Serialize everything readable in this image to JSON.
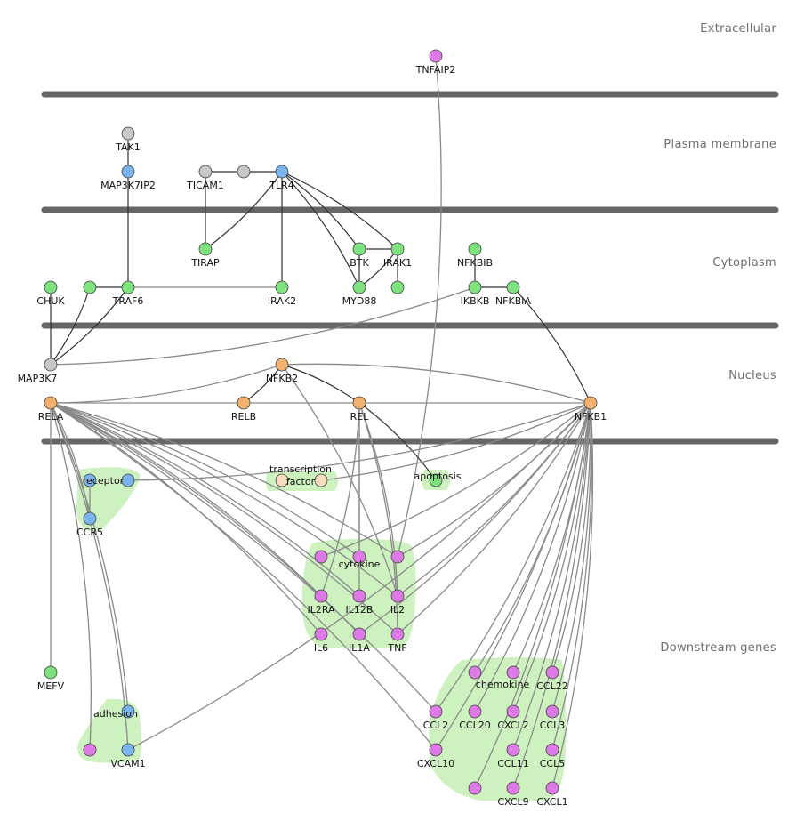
{
  "colors": {
    "membrane": "#666666",
    "edge_gray": "#8a8a8a",
    "edge_dark": "#333333",
    "group_fill": "#c8f0b8",
    "node_gray": "#c8c8c8",
    "node_blue": "#7ab4ee",
    "node_green": "#7ee27e",
    "node_orange": "#f2b26e",
    "node_peach": "#f7dcc0",
    "node_magenta": "#dd7ae8",
    "node_stroke": "#444444"
  },
  "regions": [
    {
      "id": "extracellular",
      "label": "Extracellular"
    },
    {
      "id": "plasma-membrane",
      "label": "Plasma membrane"
    },
    {
      "id": "cytoplasm",
      "label": "Cytoplasm"
    },
    {
      "id": "nucleus",
      "label": "Nucleus"
    },
    {
      "id": "downstream-genes",
      "label": "Downstream genes"
    }
  ],
  "groups": [
    {
      "id": "receptor",
      "label": "receptor"
    },
    {
      "id": "transcription-factor",
      "label": "transcription factor"
    },
    {
      "id": "apoptosis",
      "label": "apoptosis"
    },
    {
      "id": "cytokine",
      "label": "cytokine"
    },
    {
      "id": "chemokine",
      "label": "chemokine"
    },
    {
      "id": "adhesion",
      "label": "adhesion"
    }
  ],
  "nodes": [
    {
      "id": "TNFAIP2",
      "label": "TNFAIP2",
      "color": "magenta"
    },
    {
      "id": "TAK1",
      "label": "TAK1",
      "color": "gray"
    },
    {
      "id": "MAP3K7IP2",
      "label": "MAP3K7IP2",
      "color": "blue"
    },
    {
      "id": "TICAM1",
      "label": "TICAM1",
      "color": "gray"
    },
    {
      "id": "TICAM_mid",
      "label": "",
      "color": "gray"
    },
    {
      "id": "TLR4",
      "label": "TLR4",
      "color": "blue"
    },
    {
      "id": "TIRAP",
      "label": "TIRAP",
      "color": "green"
    },
    {
      "id": "BTK",
      "label": "BTK",
      "color": "green"
    },
    {
      "id": "IRAK1",
      "label": "IRAK1",
      "color": "green"
    },
    {
      "id": "NFKBIB",
      "label": "NFKBIB",
      "color": "green"
    },
    {
      "id": "CHUK",
      "label": "CHUK",
      "color": "green"
    },
    {
      "id": "TRAF6_left",
      "label": "",
      "color": "green"
    },
    {
      "id": "TRAF6",
      "label": "TRAF6",
      "color": "green"
    },
    {
      "id": "IRAK2",
      "label": "IRAK2",
      "color": "green"
    },
    {
      "id": "MYD88",
      "label": "MYD88",
      "color": "green"
    },
    {
      "id": "IRAK1_lower",
      "label": "",
      "color": "green"
    },
    {
      "id": "IKBKB",
      "label": "IKBKB",
      "color": "green"
    },
    {
      "id": "NFKBIA",
      "label": "NFKBIA",
      "color": "green"
    },
    {
      "id": "MAP3K7",
      "label": "MAP3K7",
      "color": "gray"
    },
    {
      "id": "NFKB2",
      "label": "NFKB2",
      "color": "orange"
    },
    {
      "id": "RELA",
      "label": "RELA",
      "color": "orange"
    },
    {
      "id": "RELB",
      "label": "RELB",
      "color": "orange"
    },
    {
      "id": "REL",
      "label": "REL",
      "color": "orange"
    },
    {
      "id": "NFKB1",
      "label": "NFKB1",
      "color": "orange"
    },
    {
      "id": "receptor_a",
      "label": "",
      "color": "blue"
    },
    {
      "id": "receptor_b",
      "label": "",
      "color": "blue"
    },
    {
      "id": "CCR5",
      "label": "CCR5",
      "color": "blue"
    },
    {
      "id": "tf_a",
      "label": "",
      "color": "peach"
    },
    {
      "id": "tf_b",
      "label": "",
      "color": "peach"
    },
    {
      "id": "apoptosis_node",
      "label": "",
      "color": "green"
    },
    {
      "id": "cyt_a",
      "label": "",
      "color": "magenta"
    },
    {
      "id": "cyt_b",
      "label": "",
      "color": "magenta"
    },
    {
      "id": "cyt_c",
      "label": "",
      "color": "magenta"
    },
    {
      "id": "IL2RA",
      "label": "IL2RA",
      "color": "magenta"
    },
    {
      "id": "IL12B",
      "label": "IL12B",
      "color": "magenta"
    },
    {
      "id": "IL2",
      "label": "IL2",
      "color": "magenta"
    },
    {
      "id": "IL6",
      "label": "IL6",
      "color": "magenta"
    },
    {
      "id": "IL1A",
      "label": "IL1A",
      "color": "magenta"
    },
    {
      "id": "TNF",
      "label": "TNF",
      "color": "magenta"
    },
    {
      "id": "MEFV",
      "label": "MEFV",
      "color": "green"
    },
    {
      "id": "chem_a",
      "label": "",
      "color": "magenta"
    },
    {
      "id": "chem_b",
      "label": "",
      "color": "magenta"
    },
    {
      "id": "CCL22",
      "label": "CCL22",
      "color": "magenta"
    },
    {
      "id": "CCL2",
      "label": "CCL2",
      "color": "magenta"
    },
    {
      "id": "CCL20",
      "label": "CCL20",
      "color": "magenta"
    },
    {
      "id": "CXCL2",
      "label": "CXCL2",
      "color": "magenta"
    },
    {
      "id": "CCL3",
      "label": "CCL3",
      "color": "magenta"
    },
    {
      "id": "CXCL10",
      "label": "CXCL10",
      "color": "magenta"
    },
    {
      "id": "CCL11",
      "label": "CCL11",
      "color": "magenta"
    },
    {
      "id": "CCL5",
      "label": "CCL5",
      "color": "magenta"
    },
    {
      "id": "chem_c",
      "label": "",
      "color": "magenta"
    },
    {
      "id": "CXCL9",
      "label": "CXCL9",
      "color": "magenta"
    },
    {
      "id": "CXCL1",
      "label": "CXCL1",
      "color": "magenta"
    },
    {
      "id": "adh_a",
      "label": "",
      "color": "blue"
    },
    {
      "id": "adh_b",
      "label": "",
      "color": "magenta"
    },
    {
      "id": "VCAM1",
      "label": "VCAM1",
      "color": "blue"
    }
  ],
  "edges": [
    {
      "from": "TAK1",
      "to": "MAP3K7IP2",
      "style": "dark"
    },
    {
      "from": "MAP3K7IP2",
      "to": "TRAF6",
      "style": "dark"
    },
    {
      "from": "TICAM1",
      "to": "TICAM_mid",
      "style": "dark"
    },
    {
      "from": "TICAM_mid",
      "to": "TLR4",
      "style": "dark"
    },
    {
      "from": "TICAM1",
      "to": "TIRAP",
      "style": "dark"
    },
    {
      "from": "TLR4",
      "to": "TIRAP",
      "style": "dark"
    },
    {
      "from": "TLR4",
      "to": "IRAK2",
      "style": "dark"
    },
    {
      "from": "TLR4",
      "to": "BTK",
      "style": "dark"
    },
    {
      "from": "TLR4",
      "to": "IRAK1",
      "style": "dark"
    },
    {
      "from": "TLR4",
      "to": "MYD88",
      "style": "dark"
    },
    {
      "from": "BTK",
      "to": "IRAK1",
      "style": "dark"
    },
    {
      "from": "BTK",
      "to": "MYD88",
      "style": "dark"
    },
    {
      "from": "IRAK1",
      "to": "MYD88",
      "style": "dark"
    },
    {
      "from": "IRAK1",
      "to": "IRAK1_lower",
      "style": "dark"
    },
    {
      "from": "TRAF6_left",
      "to": "TRAF6",
      "style": "dark"
    },
    {
      "from": "TRAF6",
      "to": "IRAK2",
      "style": "gray"
    },
    {
      "from": "CHUK",
      "to": "MAP3K7",
      "style": "dark"
    },
    {
      "from": "TRAF6_left",
      "to": "MAP3K7",
      "style": "dark"
    },
    {
      "from": "TRAF6",
      "to": "MAP3K7",
      "style": "dark"
    },
    {
      "from": "NFKBIB",
      "to": "IKBKB",
      "style": "dark"
    },
    {
      "from": "IKBKB",
      "to": "NFKBIA",
      "style": "dark"
    },
    {
      "from": "IKBKB",
      "to": "MAP3K7",
      "style": "gray"
    },
    {
      "from": "NFKBIA",
      "to": "NFKB1",
      "style": "dark"
    },
    {
      "from": "TNFAIP2",
      "to": "cyt_c",
      "style": "gray"
    },
    {
      "from": "NFKB2",
      "to": "RELA",
      "style": "gray"
    },
    {
      "from": "NFKB2",
      "to": "RELB",
      "style": "dark"
    },
    {
      "from": "NFKB2",
      "to": "REL",
      "style": "dark"
    },
    {
      "from": "NFKB2",
      "to": "NFKB1",
      "style": "gray"
    },
    {
      "from": "NFKB2",
      "to": "IL2",
      "style": "gray"
    },
    {
      "from": "RELA",
      "to": "NFKB1",
      "style": "gray"
    },
    {
      "from": "REL",
      "to": "apoptosis_node",
      "style": "dark"
    },
    {
      "from": "RELA",
      "to": "MEFV",
      "style": "gray"
    },
    {
      "from": "RELA",
      "to": "CCR5",
      "style": "gray"
    },
    {
      "from": "RELA",
      "to": "VCAM1",
      "style": "gray"
    },
    {
      "from": "RELA",
      "to": "adh_a",
      "style": "gray"
    },
    {
      "from": "RELA",
      "to": "adh_b",
      "style": "gray"
    },
    {
      "from": "RELA",
      "to": "cyt_b",
      "style": "gray"
    },
    {
      "from": "RELA",
      "to": "cyt_c",
      "style": "gray"
    },
    {
      "from": "RELA",
      "to": "IL2RA",
      "style": "gray"
    },
    {
      "from": "RELA",
      "to": "IL12B",
      "style": "gray"
    },
    {
      "from": "RELA",
      "to": "IL2",
      "style": "gray"
    },
    {
      "from": "RELA",
      "to": "IL6",
      "style": "gray"
    },
    {
      "from": "RELA",
      "to": "IL1A",
      "style": "gray"
    },
    {
      "from": "RELA",
      "to": "TNF",
      "style": "gray"
    },
    {
      "from": "RELA",
      "to": "CCL2",
      "style": "gray"
    },
    {
      "from": "RELA",
      "to": "CXCL10",
      "style": "gray"
    },
    {
      "from": "REL",
      "to": "cyt_b",
      "style": "gray"
    },
    {
      "from": "REL",
      "to": "IL2RA",
      "style": "gray"
    },
    {
      "from": "REL",
      "to": "IL12B",
      "style": "gray"
    },
    {
      "from": "REL",
      "to": "IL2",
      "style": "gray"
    },
    {
      "from": "REL",
      "to": "TNF",
      "style": "gray"
    },
    {
      "from": "NFKB1",
      "to": "receptor_b",
      "style": "gray"
    },
    {
      "from": "NFKB1",
      "to": "tf_b",
      "style": "gray"
    },
    {
      "from": "NFKB1",
      "to": "cyt_a",
      "style": "gray"
    },
    {
      "from": "NFKB1",
      "to": "cyt_c",
      "style": "gray"
    },
    {
      "from": "NFKB1",
      "to": "IL2",
      "style": "gray"
    },
    {
      "from": "NFKB1",
      "to": "IL1A",
      "style": "gray"
    },
    {
      "from": "NFKB1",
      "to": "TNF",
      "style": "gray"
    },
    {
      "from": "NFKB1",
      "to": "VCAM1",
      "style": "gray"
    },
    {
      "from": "NFKB1",
      "to": "chem_a",
      "style": "gray"
    },
    {
      "from": "NFKB1",
      "to": "chem_b",
      "style": "gray"
    },
    {
      "from": "NFKB1",
      "to": "CCL22",
      "style": "gray"
    },
    {
      "from": "NFKB1",
      "to": "CCL2",
      "style": "gray"
    },
    {
      "from": "NFKB1",
      "to": "CCL20",
      "style": "gray"
    },
    {
      "from": "NFKB1",
      "to": "CXCL2",
      "style": "gray"
    },
    {
      "from": "NFKB1",
      "to": "CCL3",
      "style": "gray"
    },
    {
      "from": "NFKB1",
      "to": "CXCL10",
      "style": "gray"
    },
    {
      "from": "NFKB1",
      "to": "CCL11",
      "style": "gray"
    },
    {
      "from": "NFKB1",
      "to": "CCL5",
      "style": "gray"
    },
    {
      "from": "NFKB1",
      "to": "chem_c",
      "style": "gray"
    },
    {
      "from": "NFKB1",
      "to": "CXCL9",
      "style": "gray"
    },
    {
      "from": "NFKB1",
      "to": "CXCL1",
      "style": "gray"
    },
    {
      "from": "CCR5",
      "to": "receptor_a",
      "style": "gray"
    }
  ]
}
